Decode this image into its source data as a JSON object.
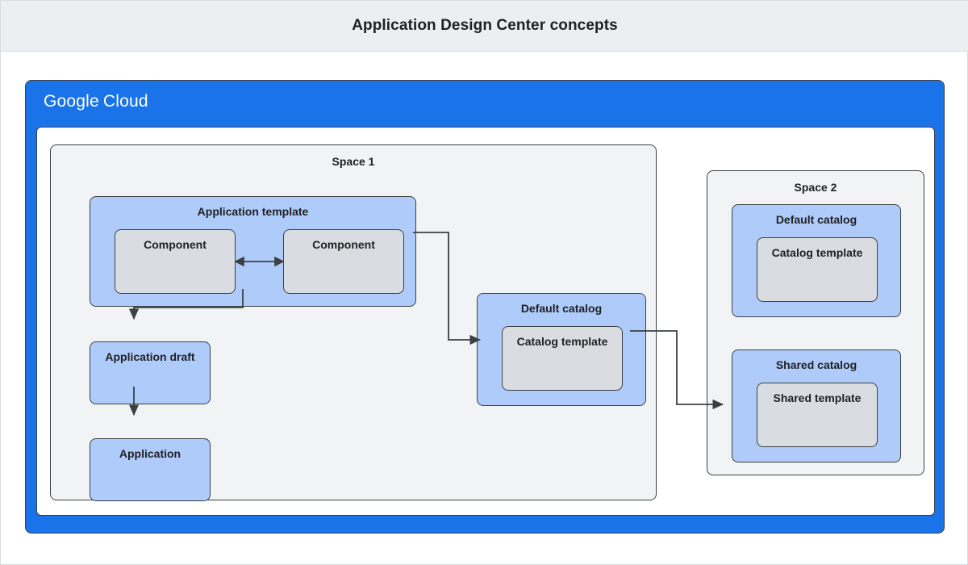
{
  "header": {
    "title": "Application Design Center concepts"
  },
  "cloud": {
    "logo_primary": "Google",
    "logo_secondary": "Cloud"
  },
  "colors": {
    "header_bg": "#eceff1",
    "cloud_blue": "#1a73e8",
    "box_blue": "#aecbfa",
    "box_gray": "#d9dce0",
    "space_bg": "#f1f3f4",
    "stroke": "#3c4043",
    "text": "#202124"
  },
  "spaces": [
    {
      "id": "space-1",
      "title": "Space 1",
      "boxes": {
        "application_template": {
          "title": "Application template",
          "components": [
            {
              "title": "Component"
            },
            {
              "title": "Component"
            }
          ]
        },
        "application_draft": {
          "title": "Application draft"
        },
        "application": {
          "title": "Application"
        },
        "default_catalog": {
          "title": "Default catalog",
          "inner": {
            "title": "Catalog template"
          }
        }
      }
    },
    {
      "id": "space-2",
      "title": "Space 2",
      "boxes": {
        "default_catalog": {
          "title": "Default catalog",
          "inner": {
            "title": "Catalog template"
          }
        },
        "shared_catalog": {
          "title": "Shared catalog",
          "inner": {
            "title": "Shared template"
          }
        }
      }
    }
  ],
  "connectors": [
    {
      "name": "component-to-component",
      "type": "bidirectional",
      "from": "component-1",
      "to": "component-2"
    },
    {
      "name": "application-template-to-application-draft",
      "type": "arrow",
      "from": "application-template",
      "to": "application-draft"
    },
    {
      "name": "application-draft-to-application",
      "type": "arrow",
      "from": "application-draft",
      "to": "application"
    },
    {
      "name": "application-template-to-catalog-template",
      "type": "arrow",
      "from": "application-template",
      "to": "catalog-template-space-1"
    },
    {
      "name": "default-catalog-to-shared-catalog",
      "type": "arrow",
      "from": "default-catalog-space-1",
      "to": "shared-catalog-space-2"
    }
  ]
}
